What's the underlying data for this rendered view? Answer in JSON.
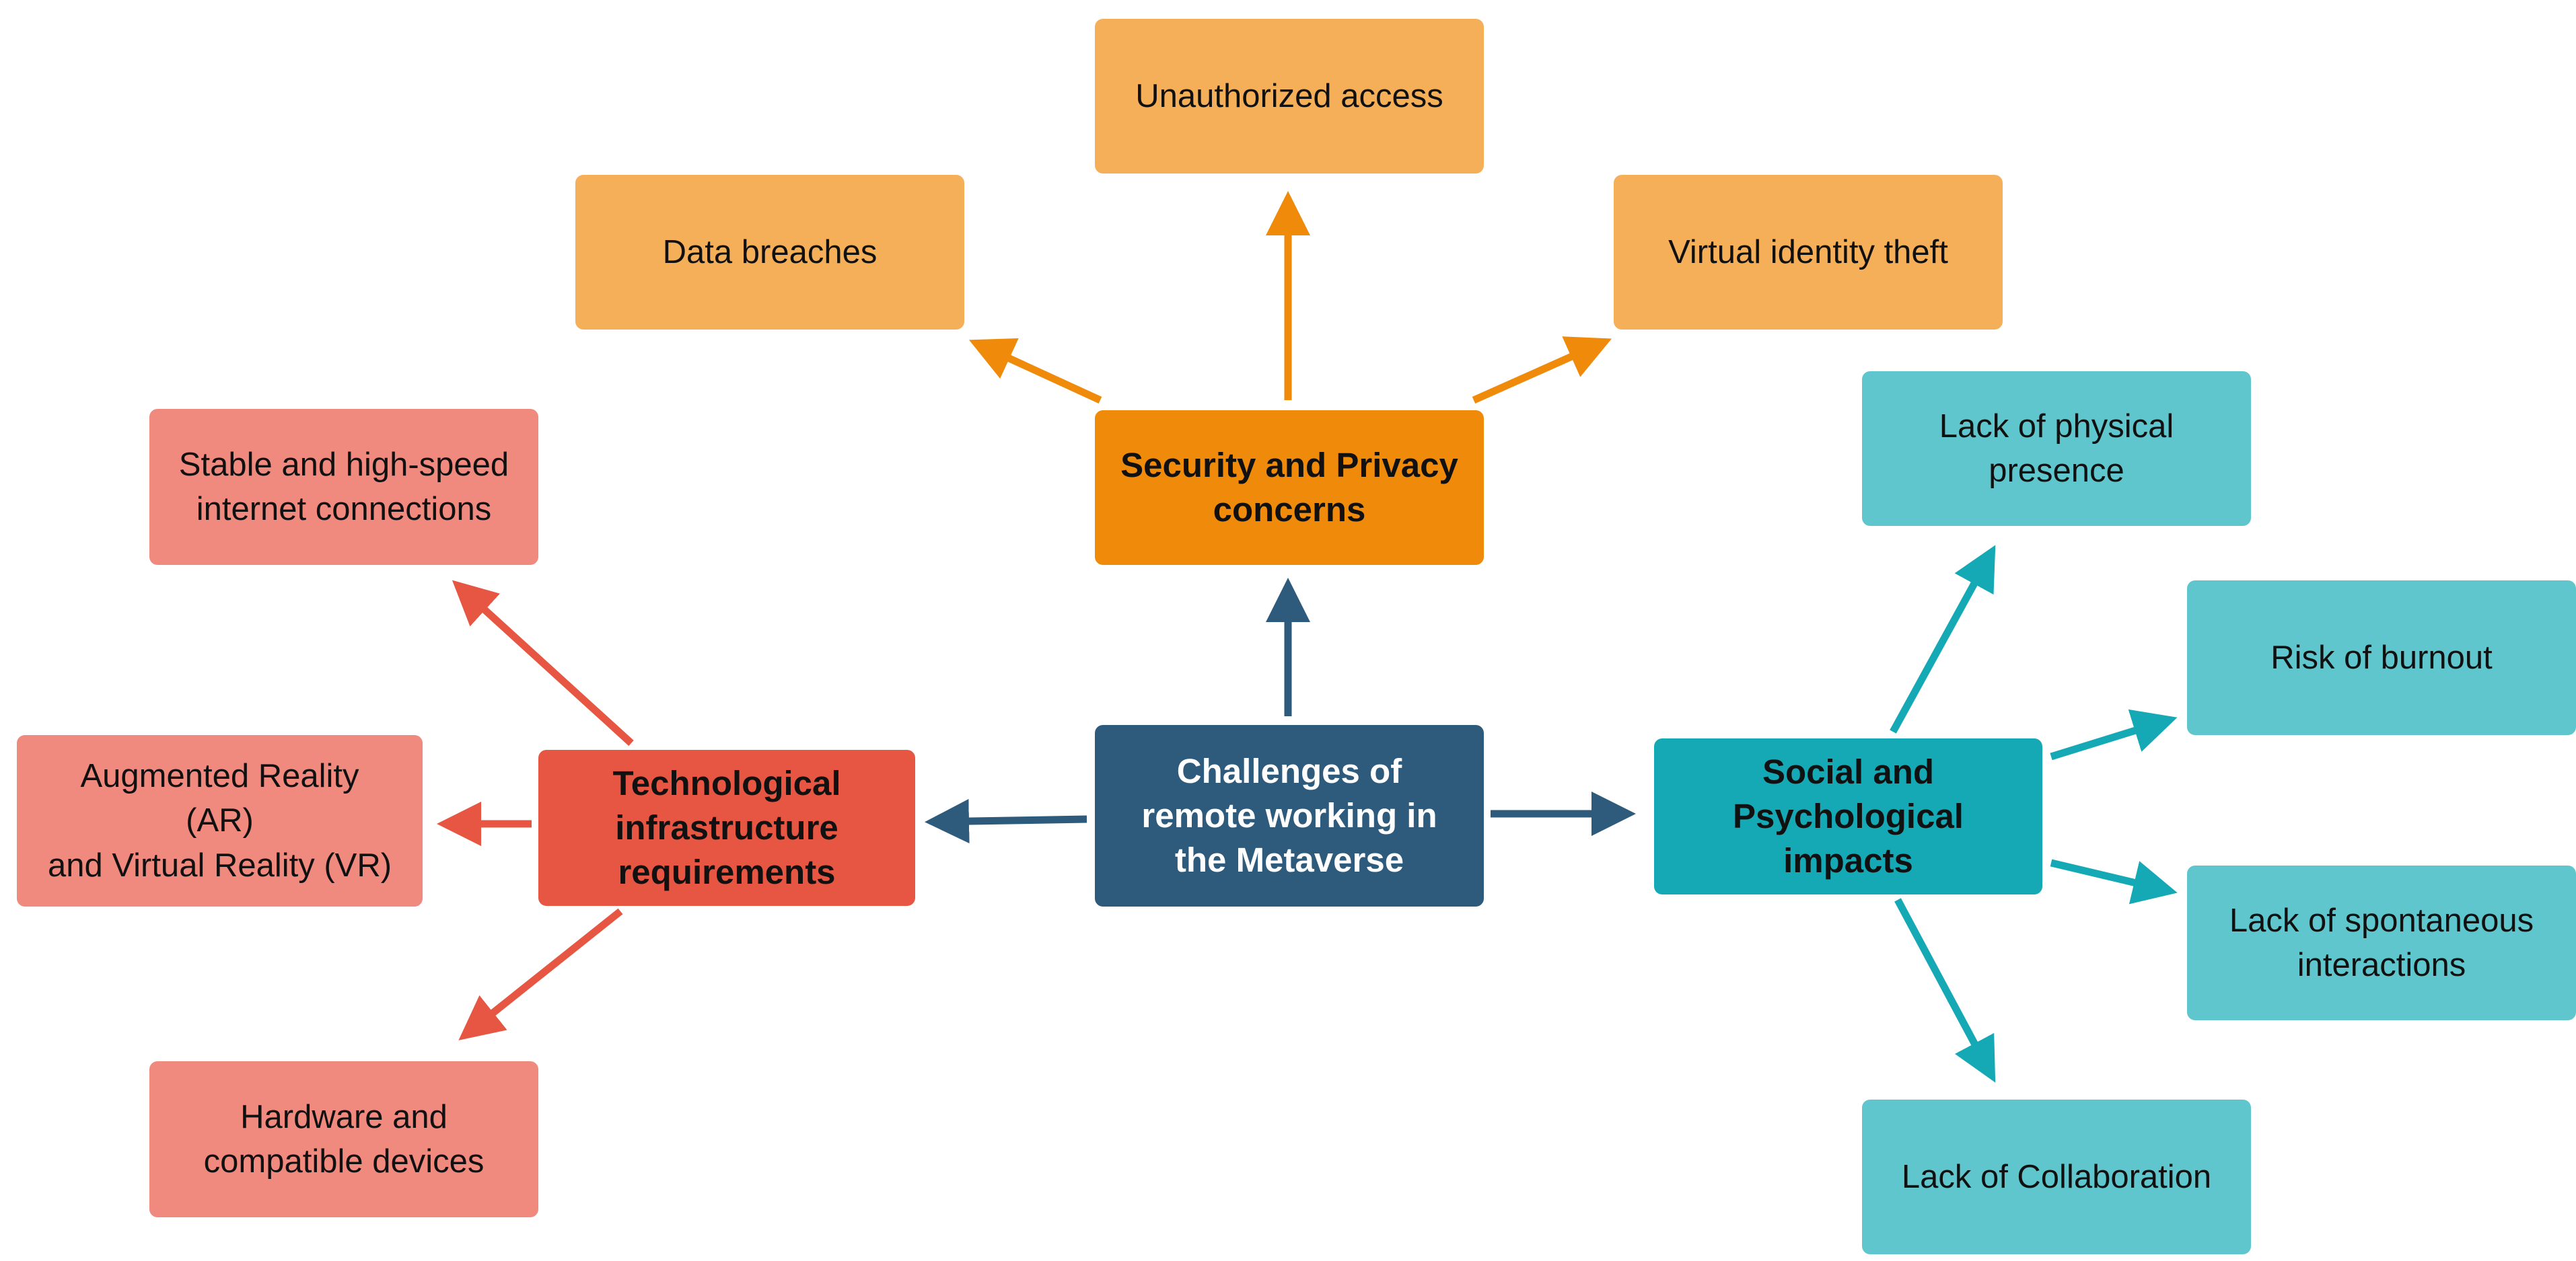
{
  "colors": {
    "center": "#2e5a7c",
    "security": "#ef8a0a",
    "security_leaf": "#f4af58",
    "tech": "#e65642",
    "tech_leaf": "#f0897e",
    "social": "#15a9b6",
    "social_leaf": "#5ec6cc"
  },
  "center": {
    "label": "Challenges of\nremote working in\nthe Metaverse"
  },
  "security": {
    "label": "Security and Privacy\nconcerns",
    "items": [
      "Unauthorized access",
      "Data breaches",
      "Virtual identity theft"
    ]
  },
  "tech": {
    "label": "Technological\ninfrastructure\nrequirements",
    "items": [
      "Stable and high-speed\ninternet connections",
      "Augmented Reality\n(AR)\nand Virtual Reality (VR)",
      "Hardware and\ncompatible devices"
    ]
  },
  "social": {
    "label": "Social and\nPsychological\nimpacts",
    "items": [
      "Lack of physical\npresence",
      "Risk of burnout",
      "Lack of spontaneous\ninteractions",
      "Lack of Collaboration"
    ]
  }
}
